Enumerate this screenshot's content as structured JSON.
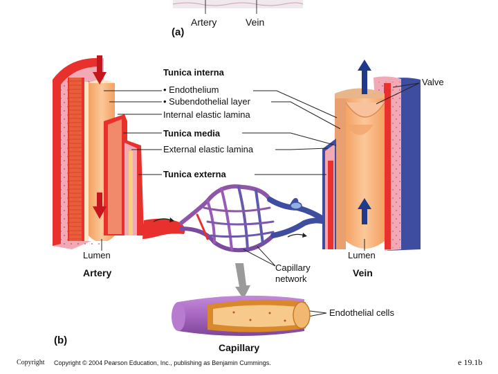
{
  "panel_a": {
    "label": "(a)",
    "artery": "Artery",
    "vein": "Vein"
  },
  "panel_b": {
    "label": "(b)",
    "tunica_interna": "Tunica interna",
    "endothelium": "• Endothelium",
    "subendothelial": "• Subendothelial layer",
    "internal_elastic": "Internal elastic lamina",
    "tunica_media": "Tunica media",
    "external_elastic": "External elastic lamina",
    "tunica_externa": "Tunica externa",
    "valve": "Valve",
    "lumen_left": "Lumen",
    "lumen_right": "Lumen",
    "artery": "Artery",
    "vein": "Vein",
    "capillary_network": "Capillary\nnetwork",
    "endothelial_cells": "Endothelial cells",
    "capillary": "Capillary"
  },
  "footer": {
    "copyright_left": "Copyright",
    "copyright_text": "Copyright © 2004 Pearson Education, Inc., publishing as Benjamin Cummings.",
    "figure_ref": "e 19.1b"
  },
  "colors": {
    "artery_outer": "#e8302c",
    "artery_pink": "#f2a9b6",
    "media": "#e85d3a",
    "lumen": "#f6b07a",
    "vein_blue": "#3f4da0",
    "arrow_red": "#c4161c",
    "arrow_blue": "#1f3a8a",
    "capillary_purple": "#8e56a8"
  }
}
